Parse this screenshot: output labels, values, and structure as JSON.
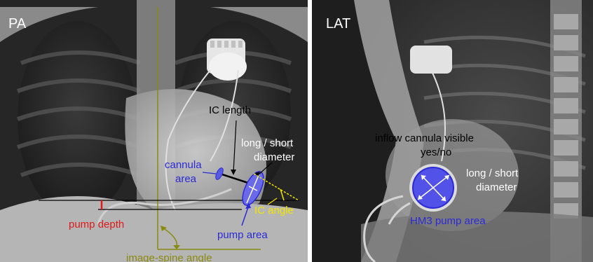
{
  "pa": {
    "title": "PA",
    "ic_length": "IC length",
    "long_short_1": "long / short",
    "long_short_2": "diameter",
    "cannula_area_1": "cannula",
    "cannula_area_2": "area",
    "ic_angle": "IC angle",
    "pump_depth": "pump depth",
    "pump_area": "pump area",
    "image_spine_angle": "image-spine angle"
  },
  "lat": {
    "title": "LAT",
    "inflow_1": "inflow cannula visible",
    "inflow_2": "yes/no",
    "long_short_1": "long / short",
    "long_short_2": "diameter",
    "hm3": "HM3 pump area"
  },
  "colors": {
    "white": "#ffffff",
    "black": "#000000",
    "blue": "#2a2ad6",
    "yellow": "#f2e600",
    "red": "#e01a1a",
    "olive": "#8a8a10"
  }
}
